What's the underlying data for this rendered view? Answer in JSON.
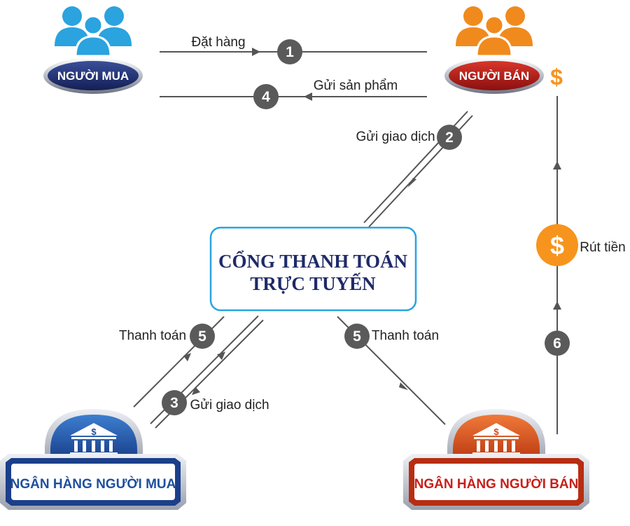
{
  "actors": {
    "buyer": {
      "label": "NGƯỜI MUA",
      "icon": "people-icon",
      "color": "#2aa3df"
    },
    "seller": {
      "label": "NGƯỜI BÁN",
      "icon": "people-icon",
      "color": "#f08a1d"
    }
  },
  "gateway": {
    "line1": "CỔNG THANH TOÁN",
    "line2": "TRỰC TUYẾN"
  },
  "banks": {
    "buyer_bank": {
      "label": "NGÂN HÀNG NGƯỜI MUA",
      "icon": "bank-icon",
      "color": "#1f4f9e"
    },
    "seller_bank": {
      "label": "NGÂN HÀNG NGƯỜI BÁN",
      "icon": "bank-icon",
      "color": "#d34a1b"
    }
  },
  "steps": {
    "order": {
      "num": "1",
      "label": "Đặt hàng"
    },
    "send_transaction_seller": {
      "num": "2",
      "label": "Gửi giao dịch"
    },
    "send_transaction_bank": {
      "num": "3",
      "label": "Gửi giao dịch"
    },
    "ship_product": {
      "num": "4",
      "label": "Gửi sản phẩm"
    },
    "pay_buyer_bank": {
      "num": "5",
      "label": "Thanh toán"
    },
    "pay_seller_bank": {
      "num": "5",
      "label": "Thanh toán"
    },
    "withdraw": {
      "num": "6",
      "label": "Rút tiền"
    }
  },
  "symbols": {
    "dollar": "$"
  },
  "colors": {
    "line": "#555555",
    "badge": "#5a5a5a",
    "accent_orange": "#f7941d",
    "gateway_border": "#2aa3df"
  }
}
